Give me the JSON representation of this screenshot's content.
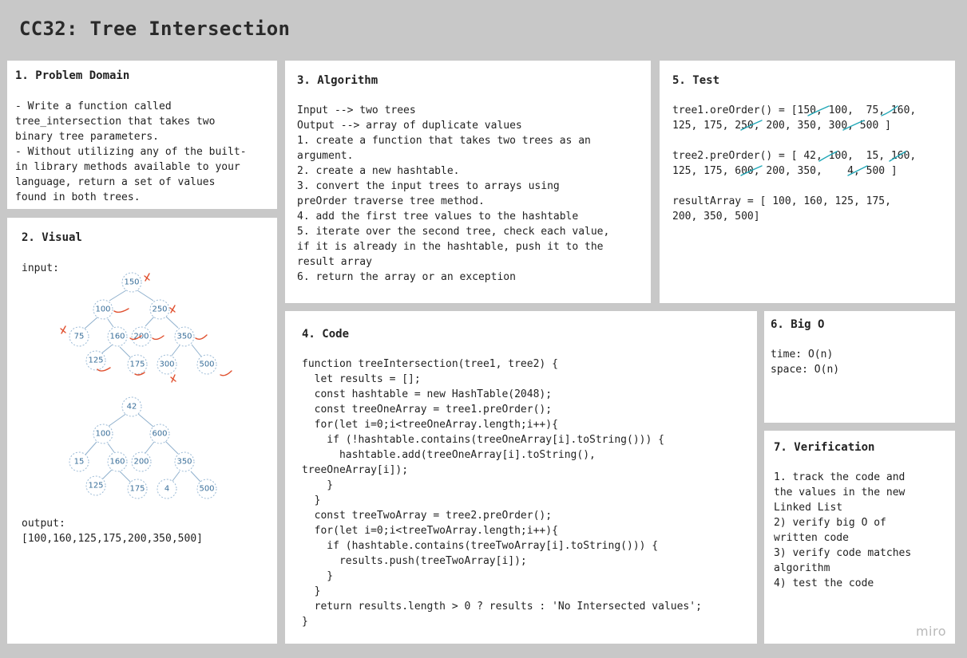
{
  "board": {
    "title": "CC32: Tree Intersection",
    "logo": "miro"
  },
  "problem_domain": {
    "heading": "1. Problem Domain",
    "lines": [
      "- Write a function called",
      "tree_intersection that takes two",
      "binary tree parameters.",
      "- Without utilizing any of the built-",
      "in library methods available to your",
      "language, return a set of values",
      "found in both trees."
    ]
  },
  "visual": {
    "heading": "2. Visual",
    "input_label": "input:",
    "output_label": "output:",
    "output_value": "[100,160,125,175,200,350,500]",
    "tree1": [
      "150",
      "100",
      "250",
      "75",
      "160",
      "200",
      "350",
      "125",
      "175",
      "300",
      "500"
    ],
    "tree2": [
      "42",
      "100",
      "600",
      "15",
      "160",
      "200",
      "350",
      "125",
      "175",
      "4",
      "500"
    ]
  },
  "algorithm": {
    "heading": "3. Algorithm",
    "lines": [
      "Input --> two trees",
      "Output --> array of duplicate values",
      "1. create a function that takes two trees as an",
      "argument.",
      "2. create a new hashtable.",
      "3. convert the input trees to arrays using",
      "preOrder traverse tree method.",
      "4. add the first tree values to the hashtable",
      "5. iterate over the second tree, check each value,",
      "if it is already in the hashtable, push it to the",
      "result array",
      "6. return the array or an exception"
    ]
  },
  "test": {
    "heading": "5. Test",
    "lines": [
      "tree1.oreOrder() = [150, 100,  75, 160,",
      "125, 175, 250, 200, 350, 300, 500 ]",
      "",
      "tree2.preOrder() = [ 42, 100,  15, 160,",
      "125, 175, 600, 200, 350,    4, 500 ]",
      "",
      "resultArray = [ 100, 160, 125, 175,",
      "200, 350, 500]"
    ]
  },
  "code": {
    "heading": "4. Code",
    "lines": [
      "function treeIntersection(tree1, tree2) {",
      "  let results = [];",
      "  const hashtable = new HashTable(2048);",
      "  const treeOneArray = tree1.preOrder();",
      "  for(let i=0;i<treeOneArray.length;i++){",
      "    if (!hashtable.contains(treeOneArray[i].toString())) {",
      "      hashtable.add(treeOneArray[i].toString(),",
      "treeOneArray[i]);",
      "    }",
      "  }",
      "  const treeTwoArray = tree2.preOrder();",
      "  for(let i=0;i<treeTwoArray.length;i++){",
      "    if (hashtable.contains(treeTwoArray[i].toString())) {",
      "      results.push(treeTwoArray[i]);",
      "    }",
      "  }",
      "  return results.length > 0 ? results : 'No Intersected values';",
      "}"
    ]
  },
  "big_o": {
    "heading": "6. Big O",
    "time": "time: O(n)",
    "space": "space: O(n)"
  },
  "verification": {
    "heading": "7. Verification",
    "lines": [
      "1. track the code and",
      "the values in the new",
      "Linked List",
      "2) verify big O of",
      "written code",
      "3) verify code matches",
      "algorithm",
      "4) test the code"
    ]
  },
  "colors": {
    "background": "#c8c8c8",
    "card": "#ffffff",
    "node_text": "#3a6f9a",
    "red_annotation": "#e0502f",
    "teal_annotation": "#1fa7b7"
  }
}
